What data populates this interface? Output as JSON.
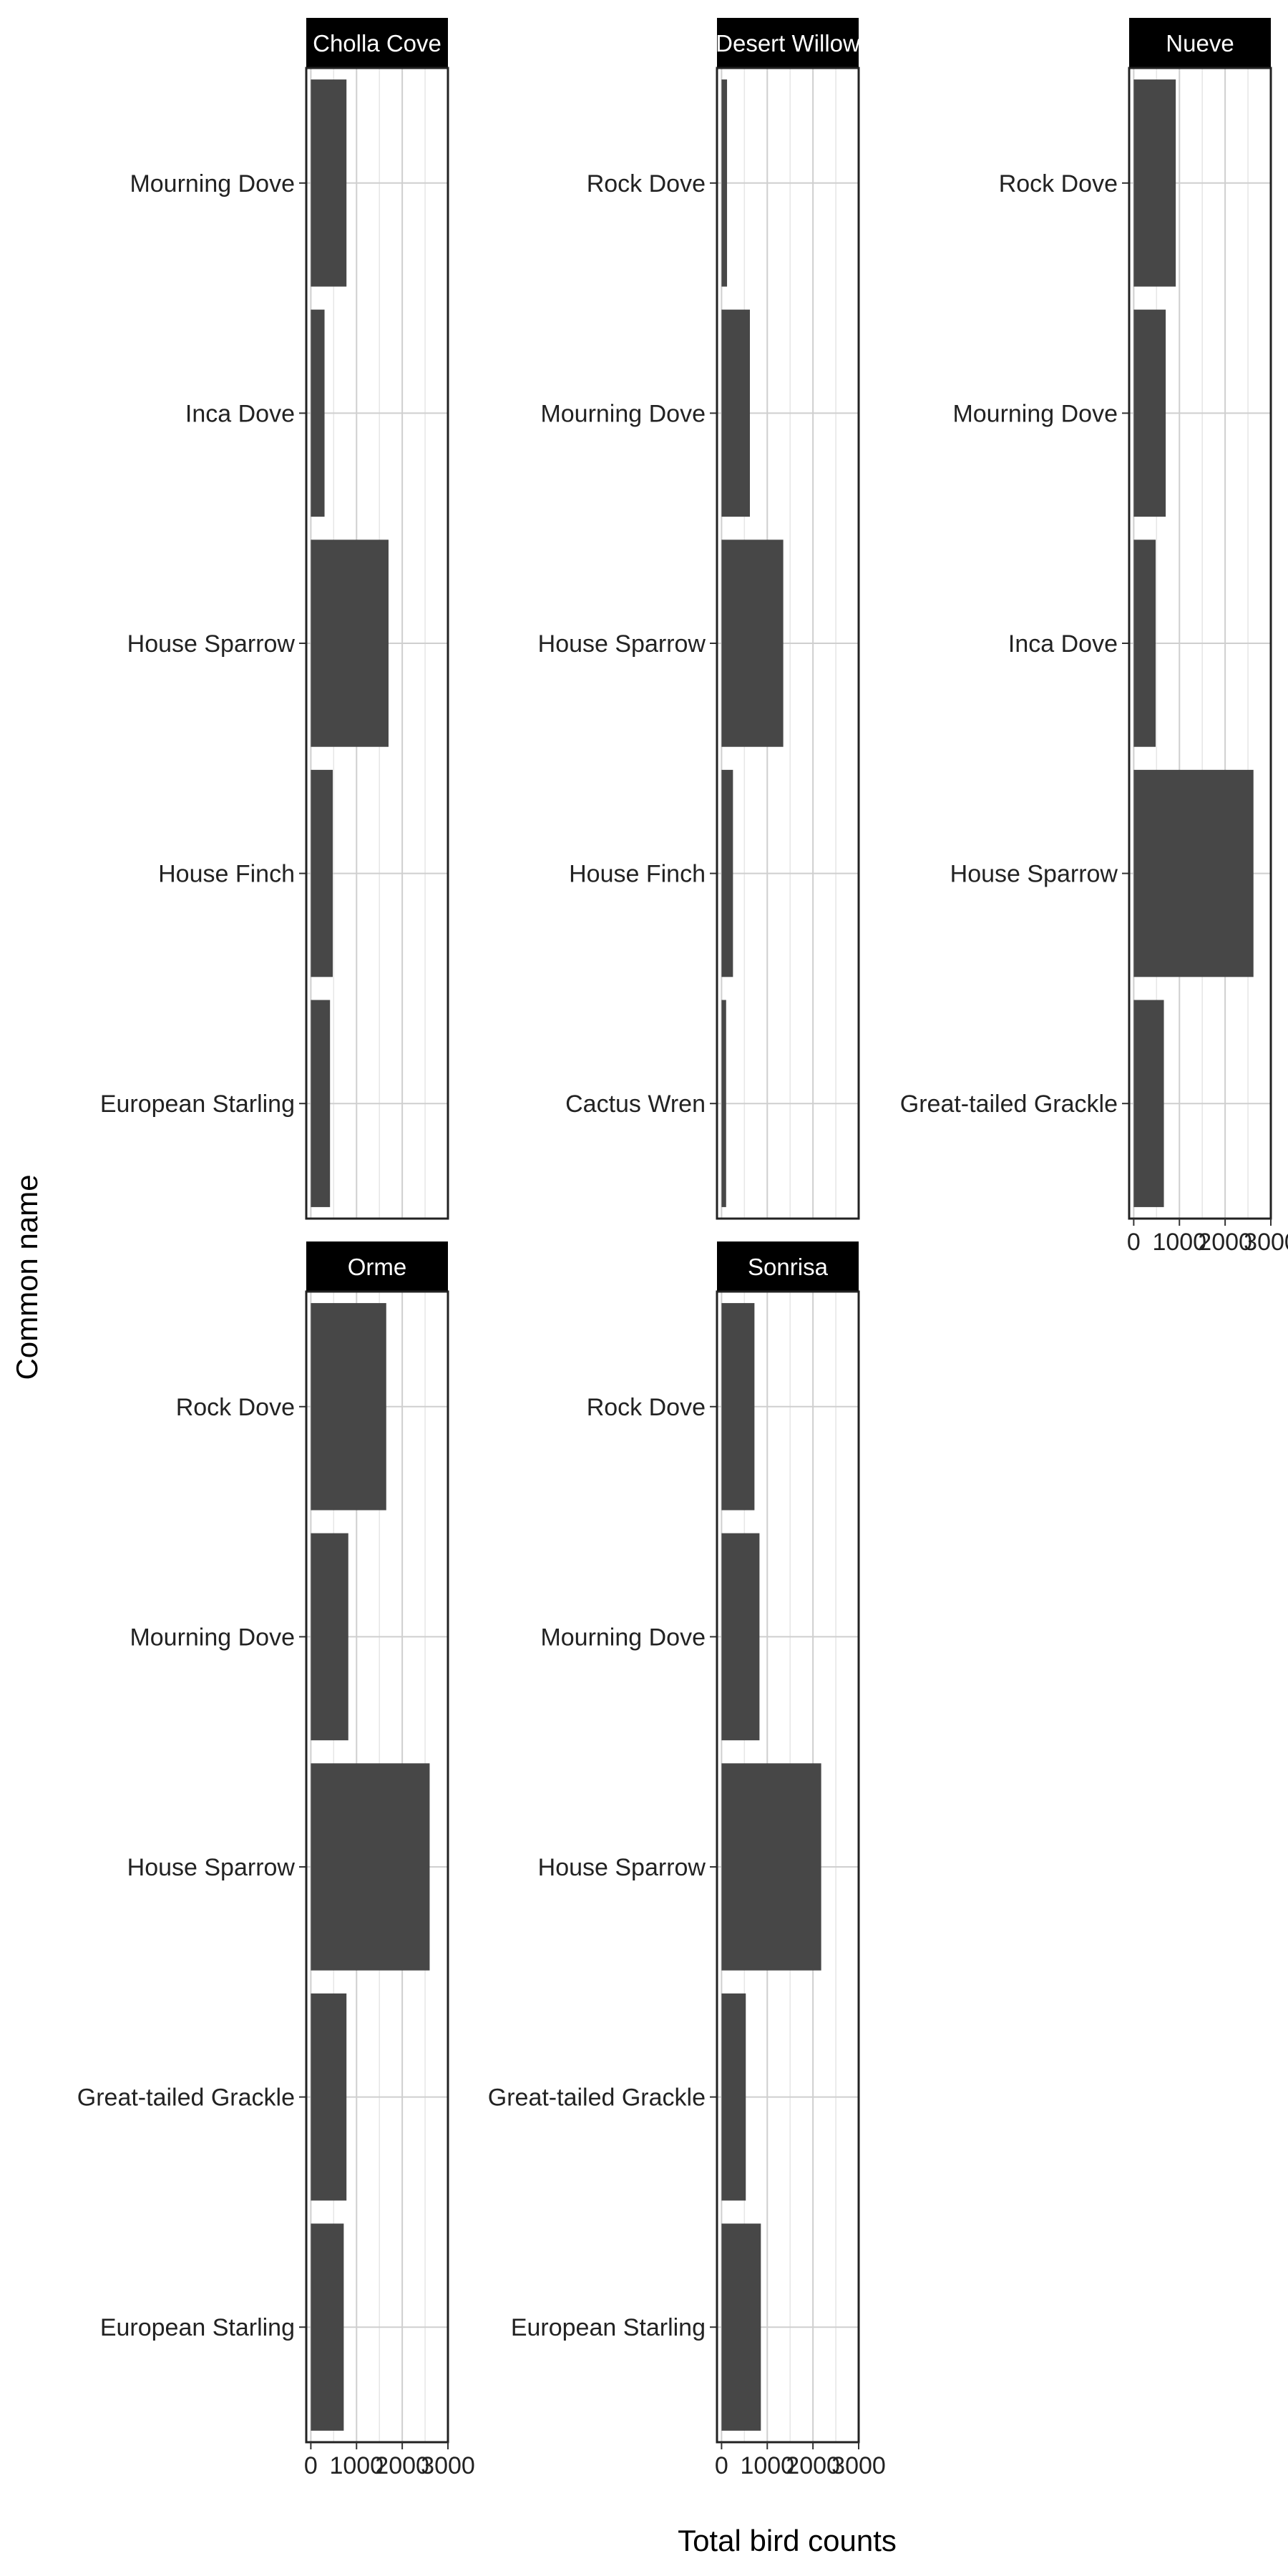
{
  "chart_data": {
    "type": "bar",
    "orientation": "horizontal",
    "xlabel": "Total bird counts",
    "ylabel": "Common name",
    "xlim": [
      -100,
      3000
    ],
    "xticks": [
      0,
      1000,
      2000,
      3000
    ],
    "grid": true,
    "bar_color": "#474747",
    "strip_color": "#000000",
    "panels": [
      {
        "name": "Cholla Cove",
        "categories": [
          "Mourning Dove",
          "Inca Dove",
          "House Sparrow",
          "House Finch",
          "European Starling"
        ],
        "values": [
          780,
          300,
          1700,
          480,
          420
        ]
      },
      {
        "name": "Desert Willow",
        "categories": [
          "Rock Dove",
          "Mourning Dove",
          "House Sparrow",
          "House Finch",
          "Cactus Wren"
        ],
        "values": [
          120,
          620,
          1350,
          250,
          100
        ]
      },
      {
        "name": "Nueve",
        "categories": [
          "Rock Dove",
          "Mourning Dove",
          "Inca Dove",
          "House Sparrow",
          "Great-tailed Grackle"
        ],
        "values": [
          920,
          700,
          480,
          2620,
          660
        ]
      },
      {
        "name": "Orme",
        "categories": [
          "Rock Dove",
          "Mourning Dove",
          "House Sparrow",
          "Great-tailed Grackle",
          "European Starling"
        ],
        "values": [
          1650,
          820,
          2600,
          780,
          720
        ]
      },
      {
        "name": "Sonrisa",
        "categories": [
          "Rock Dove",
          "Mourning Dove",
          "House Sparrow",
          "Great-tailed Grackle",
          "European Starling"
        ],
        "values": [
          720,
          830,
          2180,
          530,
          860
        ]
      }
    ]
  }
}
